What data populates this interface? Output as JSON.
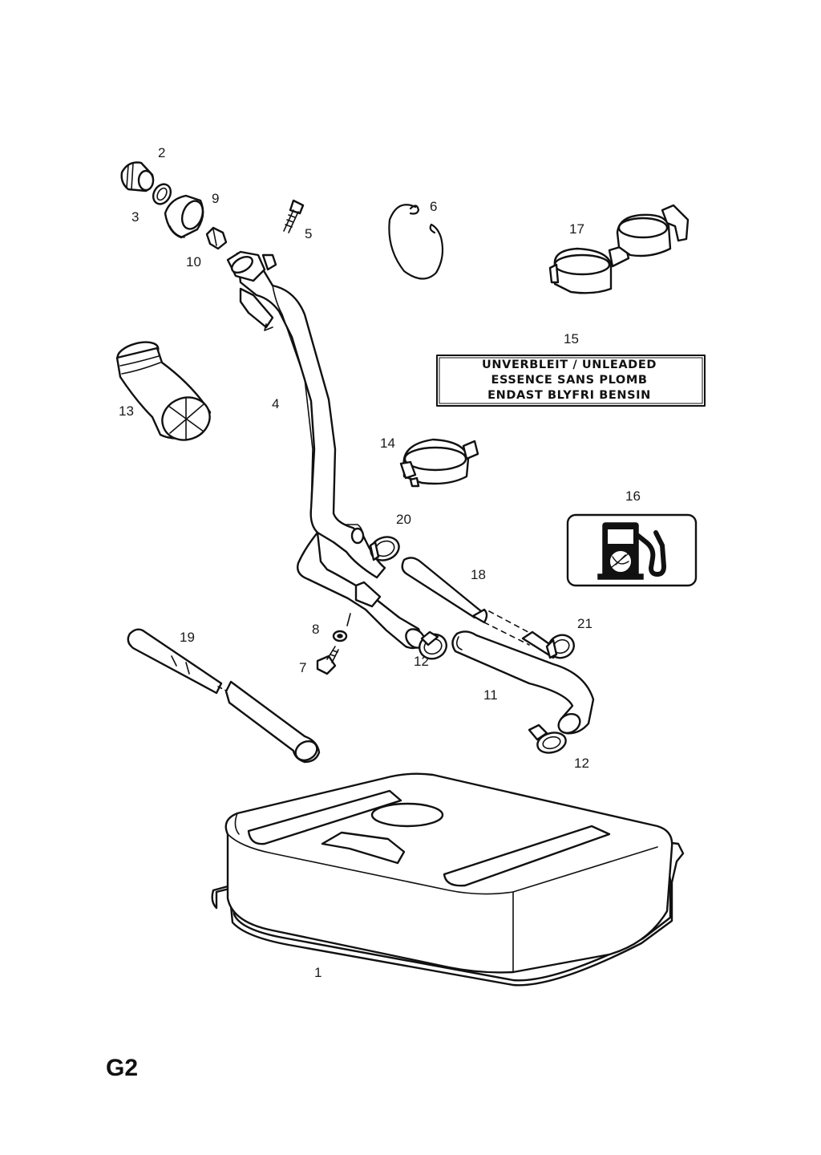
{
  "page_code": "G2",
  "callouts": {
    "p1": "1",
    "p2": "2",
    "p3": "3",
    "p4": "4",
    "p5": "5",
    "p6": "6",
    "p7": "7",
    "p8": "8",
    "p9": "9",
    "p10": "10",
    "p11": "11",
    "p12a": "12",
    "p12b": "12",
    "p13": "13",
    "p14": "14",
    "p15": "15",
    "p16": "16",
    "p17": "17",
    "p18": "18",
    "p19": "19",
    "p20": "20",
    "p21": "21"
  },
  "fuel_label": {
    "line1": "UNVERBLEIT / UNLEADED",
    "line2": "ESSENCE SANS PLOMB",
    "line3": "ENDAST BLYFRI BENSIN"
  },
  "icons": {
    "fuel_sign": "fuel-pump-icon"
  }
}
